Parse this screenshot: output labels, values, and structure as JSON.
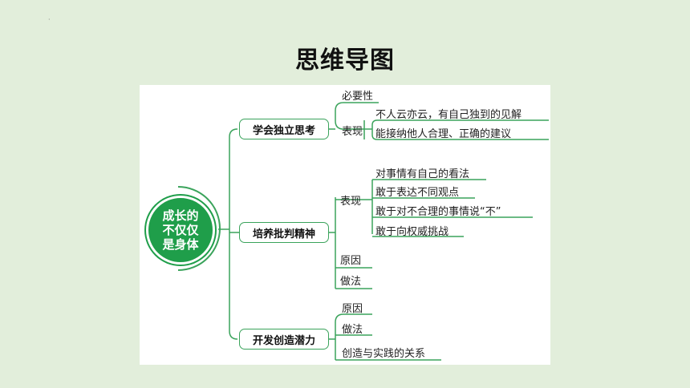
{
  "title": "思维导图",
  "center": "成长的不仅仅是身体",
  "branches": [
    {
      "label": "学会独立思考",
      "items": [
        "必要性",
        "表现"
      ],
      "sub": [
        "不人云亦云，有自己独到的见解",
        "能接纳他人合理、正确的建议"
      ]
    },
    {
      "label": "培养批判精神",
      "items": [
        "表现",
        "原因",
        "做法"
      ],
      "sub": [
        "对事情有自己的看法",
        "敢于表达不同观点",
        "敢于对不合理的事情说“不”",
        "敢于向权威挑战"
      ]
    },
    {
      "label": "开发创造潜力",
      "items": [
        "原因",
        "做法",
        "创造与实践的关系"
      ]
    }
  ],
  "colors": {
    "accent": "#1f9e4a",
    "line": "#3aa35b",
    "background": "#e2eedb"
  }
}
